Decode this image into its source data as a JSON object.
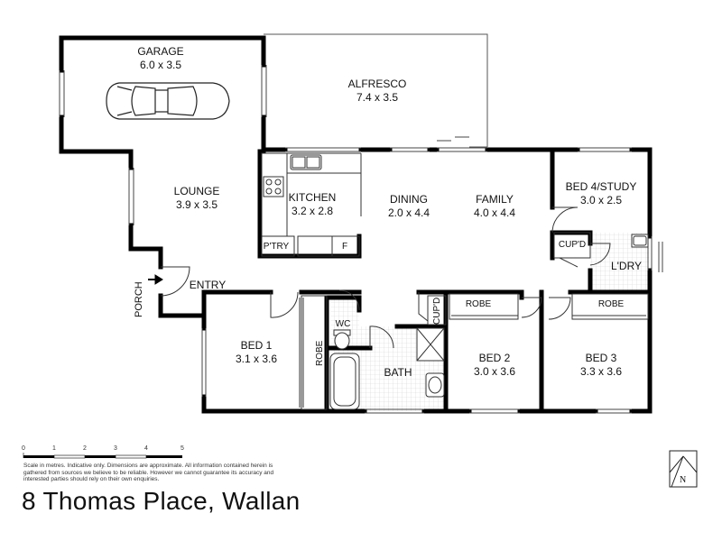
{
  "rooms": {
    "garage": {
      "name": "GARAGE",
      "size": "6.0 x 3.5"
    },
    "alfresco": {
      "name": "ALFRESCO",
      "size": "7.4 x 3.5"
    },
    "lounge": {
      "name": "LOUNGE",
      "size": "3.9 x 3.5"
    },
    "kitchen": {
      "name": "KITCHEN",
      "size": "3.2 x 2.8"
    },
    "dining": {
      "name": "DINING",
      "size": "2.0 x 4.4"
    },
    "family": {
      "name": "FAMILY",
      "size": "4.0 x 4.4"
    },
    "bed4": {
      "name": "BED 4/STUDY",
      "size": "3.0 x 2.5"
    },
    "bed1": {
      "name": "BED 1",
      "size": "3.1 x 3.6"
    },
    "bed2": {
      "name": "BED 2",
      "size": "3.0 x 3.6"
    },
    "bed3": {
      "name": "BED 3",
      "size": "3.3 x 3.6"
    },
    "bath": {
      "name": "BATH"
    }
  },
  "labels": {
    "pantry": "P'TRY",
    "fridge": "F",
    "cupd_laundry": "CUP'D",
    "laundry": "L'DRY",
    "entry": "ENTRY",
    "porch": "PORCH",
    "wc": "WC",
    "robe_bed1": "ROBE",
    "cupd_hall": "CUP'D",
    "robe_bed2": "ROBE",
    "robe_bed3": "ROBE"
  },
  "scale": {
    "ticks": [
      "0",
      "1",
      "2",
      "3",
      "4",
      "5"
    ],
    "disclaimer": "Scale in metres. Indicative only. Dimensions are approximate. All information contained herein is gathered from sources we believe to be reliable. However we cannot guarantee its accuracy and interested parties should rely on their own enquiries."
  },
  "compass": {
    "north": "N"
  },
  "address": "8 Thomas Place, Wallan",
  "colors": {
    "wall": "#000000",
    "thin": "#555555",
    "tile": "#dddddd"
  }
}
